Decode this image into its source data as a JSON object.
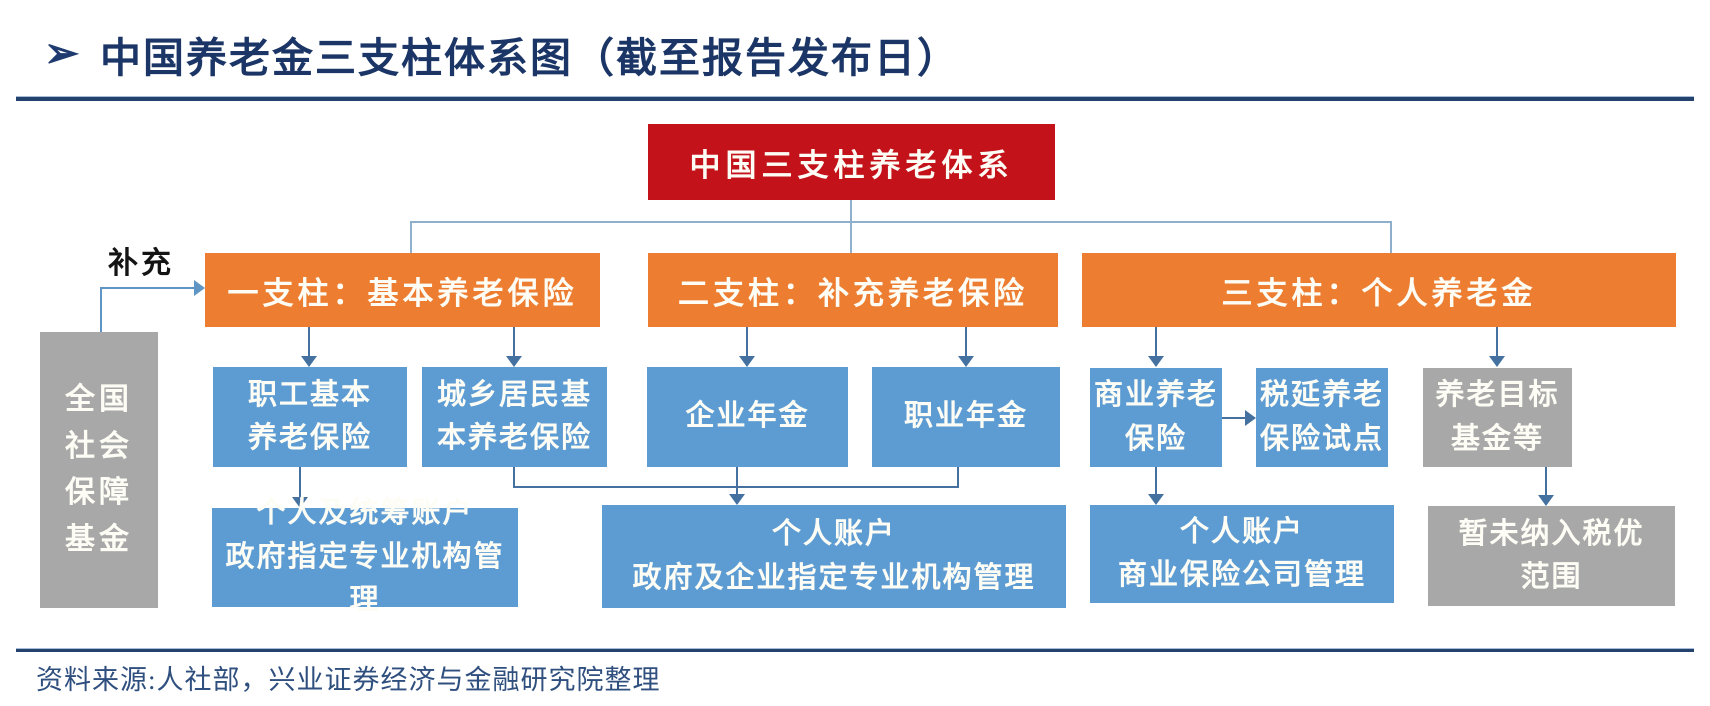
{
  "header": {
    "bullet": "➢",
    "title": "中国养老金三支柱体系图（截至报告发布日）"
  },
  "footer": {
    "source": "资料来源:人社部，兴业证券经济与金融研究院整理"
  },
  "colors": {
    "title_navy": "#1B3666",
    "rule_navy": "#24426E",
    "root_red": "#C3121A",
    "pillar_orange": "#ED7D31",
    "node_blue": "#5D9BD3",
    "node_gray": "#A8A8A8",
    "connector_light": "#8FB0CC",
    "connector_dark": "#44719F"
  },
  "diagram": {
    "root": "中国三支柱养老体系",
    "supplement_label": "补充",
    "nssf": "全国\n社会\n保障\n基金",
    "pillars": {
      "p1": "一支柱：基本养老保险",
      "p2": "二支柱：补充养老保险",
      "p3": "三支柱：个人养老金"
    },
    "level2": {
      "employee_basic": "职工基本\n养老保险",
      "urban_rural_basic": "城乡居民基\n本养老保险",
      "enterprise_annuity": "企业年金",
      "occupational_annuity": "职业年金",
      "commercial_pension": "商业养老\n保险",
      "tax_deferred_pilot": "税延养老\n保险试点",
      "pension_target_funds": "养老目标\n基金等"
    },
    "level3": {
      "pooled_account": "个人及统筹账户\n政府指定专业机构管理",
      "individual_account_gov": "个人账户\n政府及企业指定专业机构管理",
      "individual_account_comm": "个人账户\n商业保险公司管理",
      "no_tax_benefit": "暂未纳入税优\n范围"
    }
  }
}
